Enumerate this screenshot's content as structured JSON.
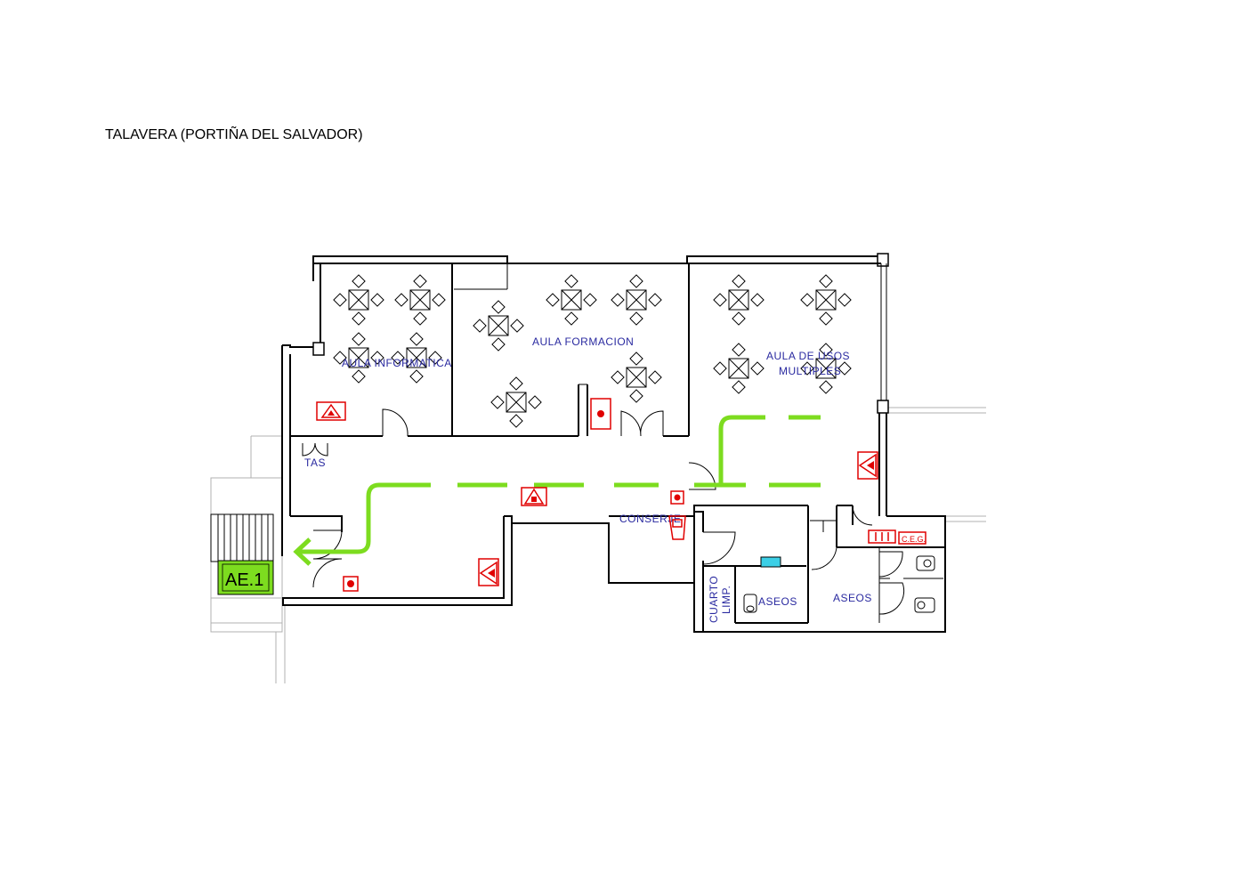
{
  "page_title": "TALAVERA (PORTIÑA DEL SALVADOR)",
  "rooms": {
    "aula_informatica": "AULA INFORMATICA",
    "aula_formacion": "AULA FORMACION",
    "aula_usos_line1": "AULA DE USOS",
    "aula_usos_line2": "MULTIPLES",
    "tas": "TAS",
    "conserje": "CONSERJE",
    "cuarto_line1": "CUARTO",
    "cuarto_line2": "LIMP.",
    "aseos_left": "ASEOS",
    "aseos_right": "ASEOS"
  },
  "cge_label": "C.E.G.",
  "exit_label": "AE.1",
  "colors": {
    "route": "#7ddc1f",
    "safety_red": "#e00000",
    "exit_green": "#7ddc1f",
    "room_label_blue": "#2a2aa0"
  },
  "icons": [
    "fire-alarm-icon",
    "extinguisher-icon",
    "emergency-exit-icon"
  ]
}
